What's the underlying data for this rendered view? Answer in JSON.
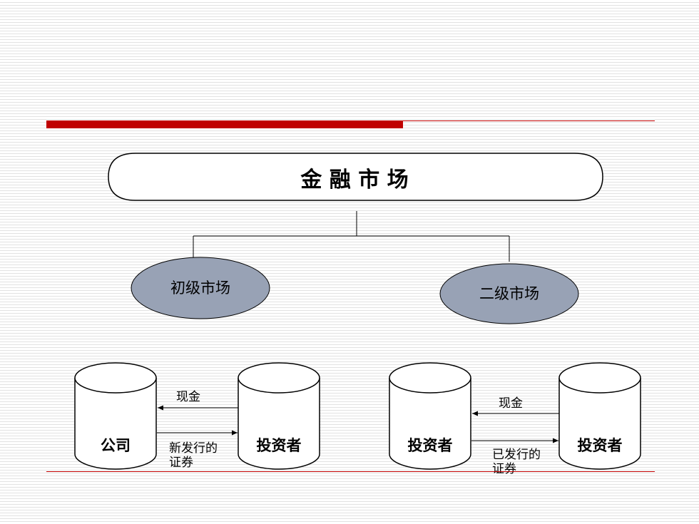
{
  "diagram": {
    "title": "金 融 市 场",
    "primary_market": "初级市场",
    "secondary_market": "二级市场",
    "primary": {
      "left_node": "公司",
      "right_node": "投资者",
      "top_flow": "现金",
      "bottom_flow_line1": "新发行的",
      "bottom_flow_line2": "证券"
    },
    "secondary": {
      "left_node": "投资者",
      "right_node": "投资者",
      "top_flow": "现金",
      "bottom_flow_line1": "已发行的",
      "bottom_flow_line2": "证券"
    }
  },
  "colors": {
    "accent_red": "#c00000",
    "ellipse_fill": "#98a2b5"
  }
}
